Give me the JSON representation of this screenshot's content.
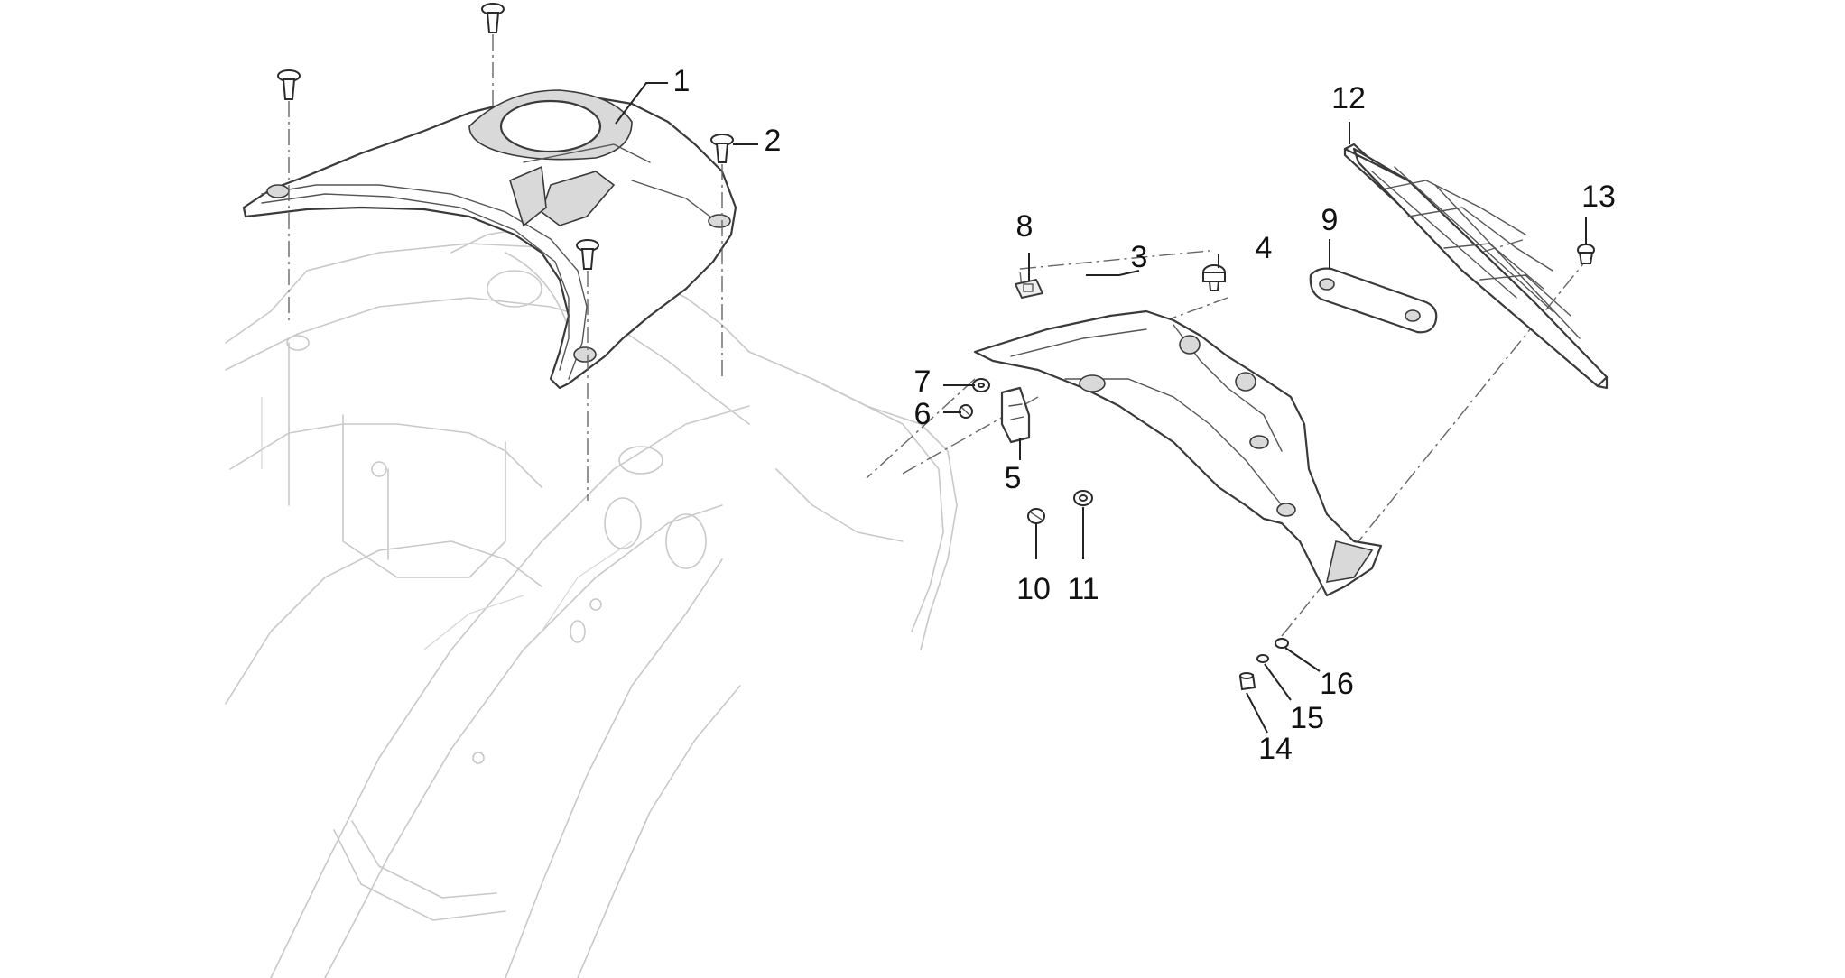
{
  "diagram": {
    "type": "exploded-parts-view",
    "callouts": [
      {
        "id": "1",
        "label": "1"
      },
      {
        "id": "2",
        "label": "2"
      },
      {
        "id": "3",
        "label": "3"
      },
      {
        "id": "4",
        "label": "4"
      },
      {
        "id": "5",
        "label": "5"
      },
      {
        "id": "6",
        "label": "6"
      },
      {
        "id": "7",
        "label": "7"
      },
      {
        "id": "8",
        "label": "8"
      },
      {
        "id": "9",
        "label": "9"
      },
      {
        "id": "10",
        "label": "10"
      },
      {
        "id": "11",
        "label": "11"
      },
      {
        "id": "12",
        "label": "12"
      },
      {
        "id": "13",
        "label": "13"
      },
      {
        "id": "14",
        "label": "14"
      },
      {
        "id": "15",
        "label": "15"
      },
      {
        "id": "16",
        "label": "16"
      }
    ],
    "colors": {
      "background": "#ffffff",
      "part_outline": "#3a3a3a",
      "frame_outline": "#c8c8c8",
      "callout_text": "#111111"
    }
  }
}
